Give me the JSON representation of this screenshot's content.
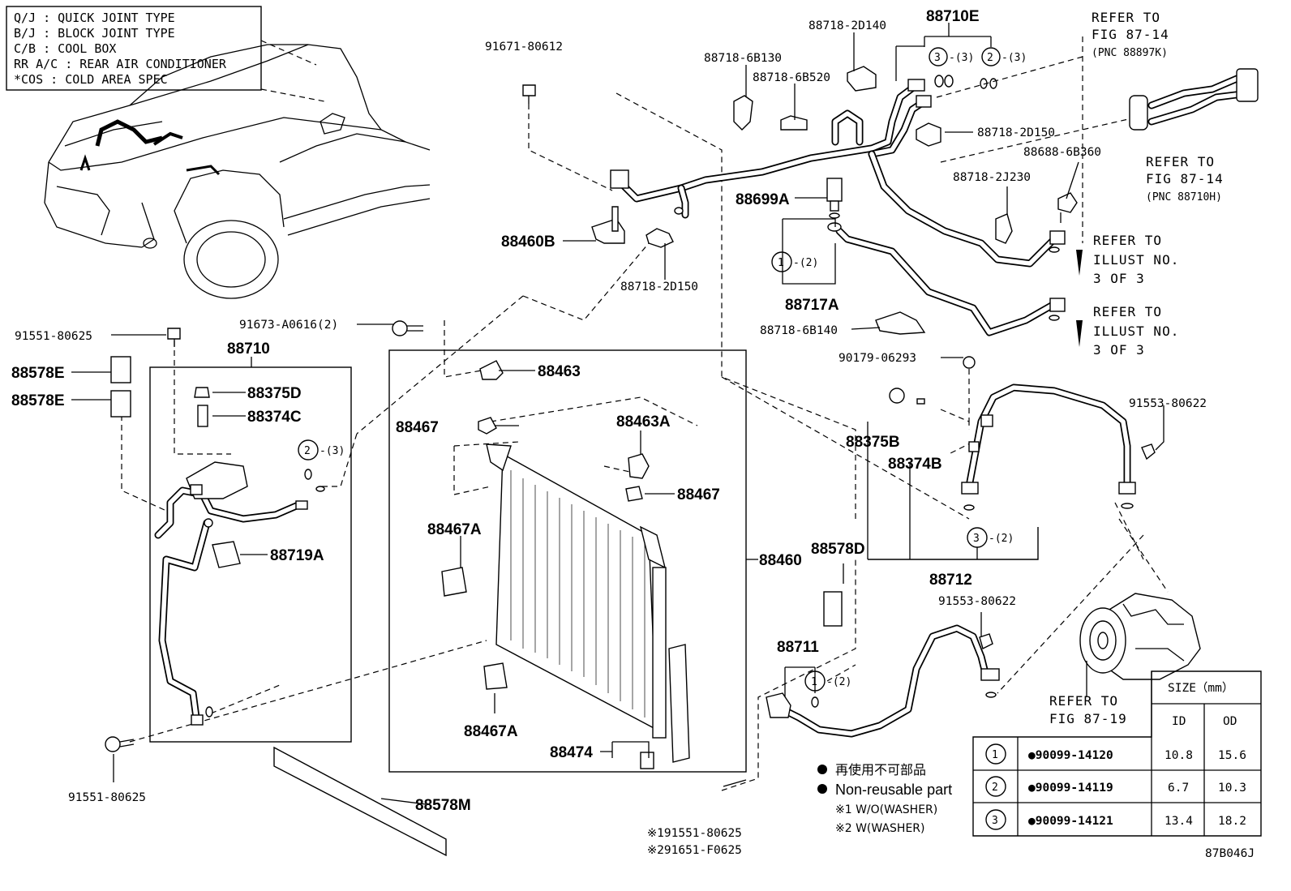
{
  "legend_abbrev": [
    "Q/J  :  QUICK JOINT TYPE",
    "B/J  :  BLOCK JOINT TYPE",
    "C/B  :  COOL BOX",
    "RR A/C  :  REAR AIR CONDITIONER",
    "*COS  :  COLD AREA SPEC"
  ],
  "labels": {
    "p88710E": "88710E",
    "p88718_2D140": "88718-2D140",
    "p88718_6B130": "88718-6B130",
    "p88718_6B520": "88718-6B520",
    "p88718_2D150a": "88718-2D150",
    "p88688_6B360": "88688-6B360",
    "p88718_2J230": "88718-2J230",
    "p88699A": "88699A",
    "p88717A": "88717A",
    "p88718_6B140": "88718-6B140",
    "p90179_06293": "90179-06293",
    "p91671_80612": "91671-80612",
    "p88460B": "88460B",
    "p88718_2D150b": "88718-2D150",
    "p91673": "91673-A0616(2)",
    "p91551_top": "91551-80625",
    "p88710": "88710",
    "p88578E_1": "88578E",
    "p88578E_2": "88578E",
    "p88375D": "88375D",
    "p88374C": "88374C",
    "p88719A": "88719A",
    "p91551_bot": "91551-80625",
    "p88578M": "88578M",
    "p88463": "88463",
    "p88467a": "88467",
    "p88463A": "88463A",
    "p88467b": "88467",
    "p88467A_1": "88467A",
    "p88467A_2": "88467A",
    "p88474": "88474",
    "p88460": "88460",
    "p88375B": "88375B",
    "p88374B": "88374B",
    "p91553_a": "91553-80622",
    "p88712": "88712",
    "p88578D": "88578D",
    "p91553_b": "91553-80622",
    "p88711": "88711",
    "p91551_note": "※191551-80625",
    "p91651_note": "※291651-F0625",
    "figid": "87B046J"
  },
  "refs": {
    "r1_l1": "REFER TO",
    "r1_l2": "FIG 87-14",
    "r1_l3": "(PNC 88897K)",
    "r2_l1": "REFER TO",
    "r2_l2": "FIG 87-14",
    "r2_l3": "(PNC 88710H)",
    "r3_l1": "REFER TO",
    "r3_l2": "ILLUST NO.",
    "r3_l3": "3 OF 3",
    "r4_l1": "REFER TO",
    "r4_l2": "ILLUST NO.",
    "r4_l3": "3 OF 3",
    "r5_l1": "REFER TO",
    "r5_l2": "FIG 87-19"
  },
  "circle_refs": {
    "c3_3": "3",
    "c3_3_txt": "-(3)",
    "c2_3": "2",
    "c2_3_txt": "-(3)",
    "c1_2": "1",
    "c1_2_txt": "-(2)",
    "c2_3b": "2",
    "c2_3b_txt": "-(3)",
    "c3_2": "3",
    "c3_2_txt": "-(2)",
    "c1_2b": "1",
    "c1_2b_txt": "-(2)"
  },
  "notes": {
    "jp": "再使用不可部品",
    "nonreuse": "Non-reusable part",
    "n1": "※1 W/O(WASHER)",
    "n2": "※2 W(WASHER)"
  },
  "size_table": {
    "title": "SIZE（mm）",
    "col_id": "ID",
    "col_od": "OD",
    "rows": [
      {
        "ref": "1",
        "part": "●90099-14120",
        "id": "10.8",
        "od": "15.6"
      },
      {
        "ref": "2",
        "part": "●90099-14119",
        "id": "6.7",
        "od": "10.3"
      },
      {
        "ref": "3",
        "part": "●90099-14121",
        "id": "13.4",
        "od": "18.2"
      }
    ]
  }
}
